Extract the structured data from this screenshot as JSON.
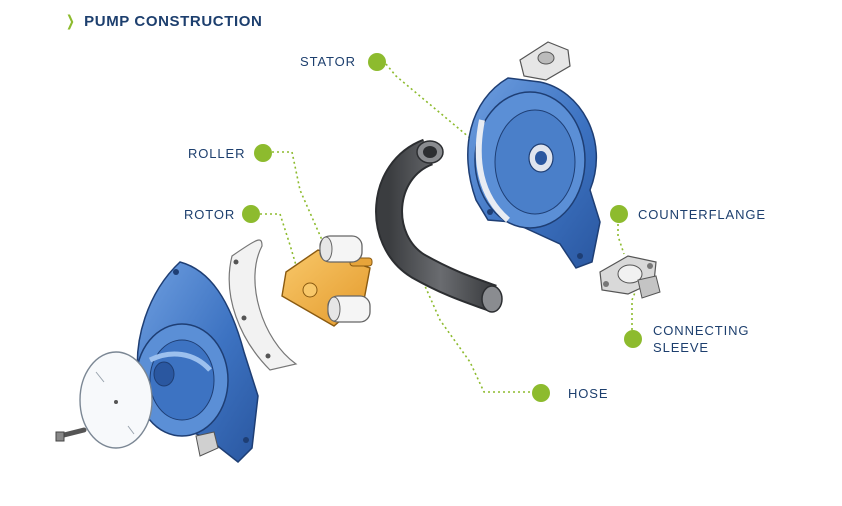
{
  "header": {
    "title": "PUMP CONSTRUCTION",
    "bullet_icon": "chevron-right-icon"
  },
  "labels": {
    "stator": "STATOR",
    "roller": "ROLLER",
    "rotor": "ROTOR",
    "counterflange": "COUNTERFLANGE",
    "connecting_sleeve": "CONNECTING\nSLEEVE",
    "hose": "HOSE"
  },
  "colors": {
    "accent_green": "#8dbb2e",
    "text_navy": "#1d3f6e",
    "housing_blue": "#3d73c2",
    "rotor_orange": "#f0b04a",
    "hose_gray": "#56585c"
  }
}
